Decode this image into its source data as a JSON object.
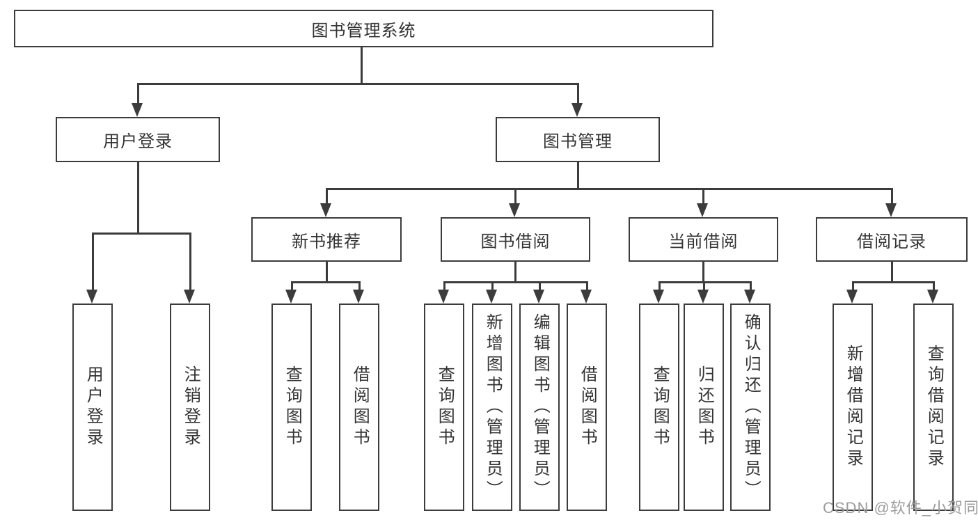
{
  "colors": {
    "line": "#3c3c3c",
    "text": "#333333",
    "watermark": "#9c9c9c",
    "background": "#ffffff"
  },
  "diagram": {
    "root": {
      "label": "图书管理系统"
    },
    "branches": {
      "user_login": {
        "label": "用户登录"
      },
      "book_management": {
        "label": "图书管理"
      },
      "new_book_recommend": {
        "label": "新书推荐"
      },
      "book_borrowing": {
        "label": "图书借阅"
      },
      "current_borrowing": {
        "label": "当前借阅"
      },
      "borrowing_records": {
        "label": "借阅记录"
      }
    },
    "leaves": {
      "user_login_action": {
        "label": "用户登录"
      },
      "logout_action": {
        "label": "注销登录"
      },
      "recommend_query_books": {
        "label": "查询图书"
      },
      "recommend_borrow_books": {
        "label": "借阅图书"
      },
      "borrowing_query_books": {
        "label": "查询图书"
      },
      "borrowing_add_books_admin": {
        "label": "新增图书（管理员）"
      },
      "borrowing_edit_books_admin": {
        "label": "编辑图书（管理员）"
      },
      "borrowing_borrow_books": {
        "label": "借阅图书"
      },
      "current_query_books": {
        "label": "查询图书"
      },
      "current_return_books": {
        "label": "归还图书"
      },
      "current_confirm_return_admin": {
        "label": "确认归还（管理员）"
      },
      "records_add_borrow_record": {
        "label": "新增借阅记录"
      },
      "records_query_borrow_record": {
        "label": "查询借阅记录"
      }
    }
  },
  "watermark": {
    "text": "CSDN @软件_小贺同学"
  }
}
